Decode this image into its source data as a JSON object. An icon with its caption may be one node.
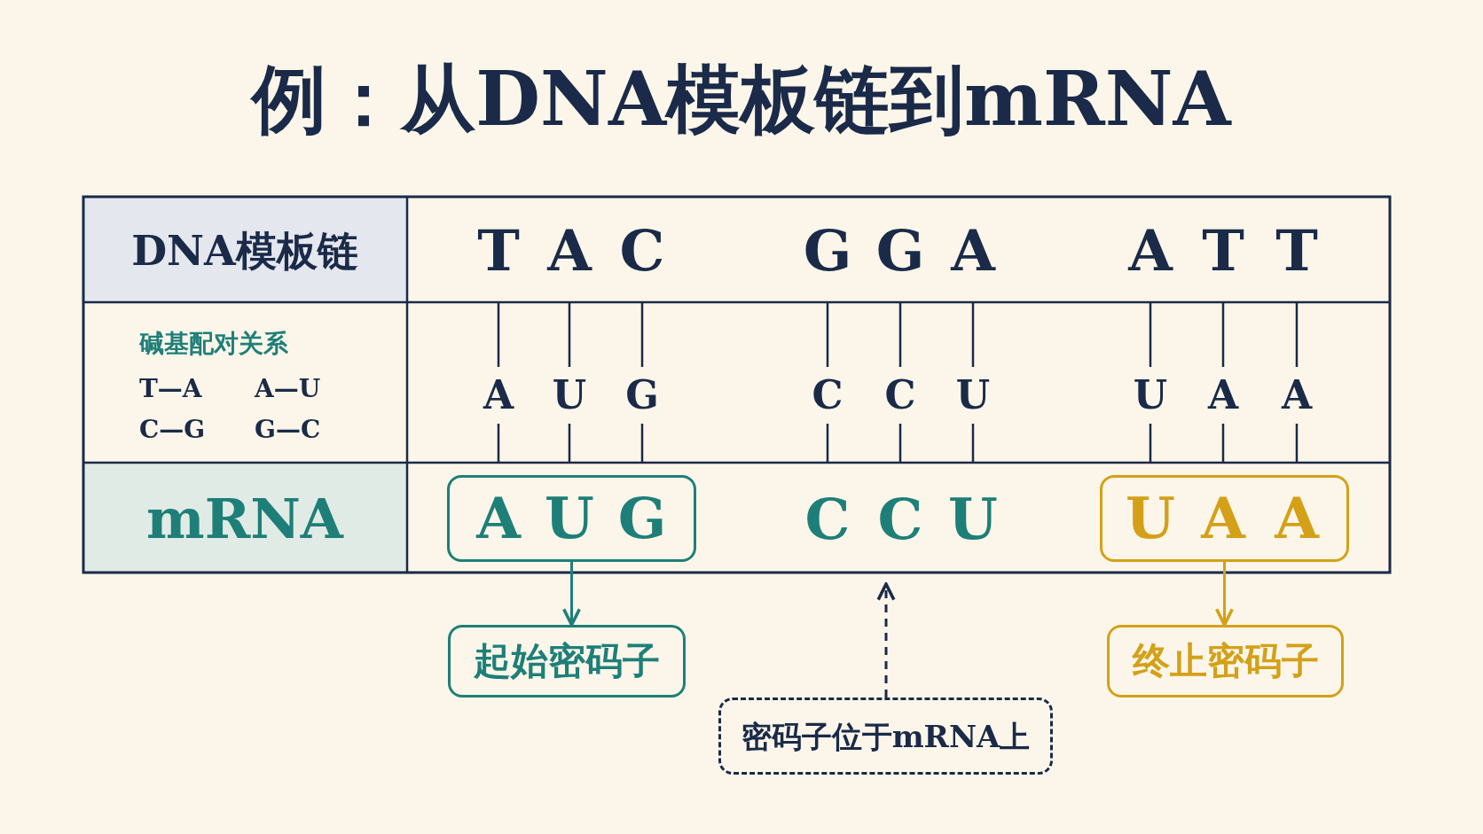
{
  "diagram": {
    "title": "例：从DNA模板链到mRNA",
    "nodes": [
      {
        "text": [
          "A",
          "U",
          "G"
        ]
      },
      {
        "text": [
          "U",
          "A",
          "A"
        ]
      },
      {
        "text": [
          "起始密码子"
        ]
      },
      {
        "text": [
          "终止密码子"
        ]
      },
      {
        "text": [
          "密码子位于mRNA上"
        ]
      }
    ],
    "edges": [
      {
        "from": 0,
        "to": 2,
        "arrow": "to",
        "color": "#1e7f78"
      },
      {
        "from": 1,
        "to": 3,
        "arrow": "to",
        "color": "#d4a017"
      },
      {
        "from": 4,
        "to": null,
        "arrow": "to",
        "style": "dashed",
        "color": "#1a2a48"
      }
    ],
    "labels": [
      "DNA模板链",
      "T",
      "A",
      "C",
      "G",
      "G",
      "A",
      "A",
      "T",
      "T",
      "碱基配对关系",
      "T—A",
      "A—U",
      "C—G",
      "G—C",
      "A",
      "U",
      "G",
      "C",
      "C",
      "U",
      "U",
      "A",
      "A",
      "mRNA",
      "C",
      "C",
      "U"
    ]
  }
}
